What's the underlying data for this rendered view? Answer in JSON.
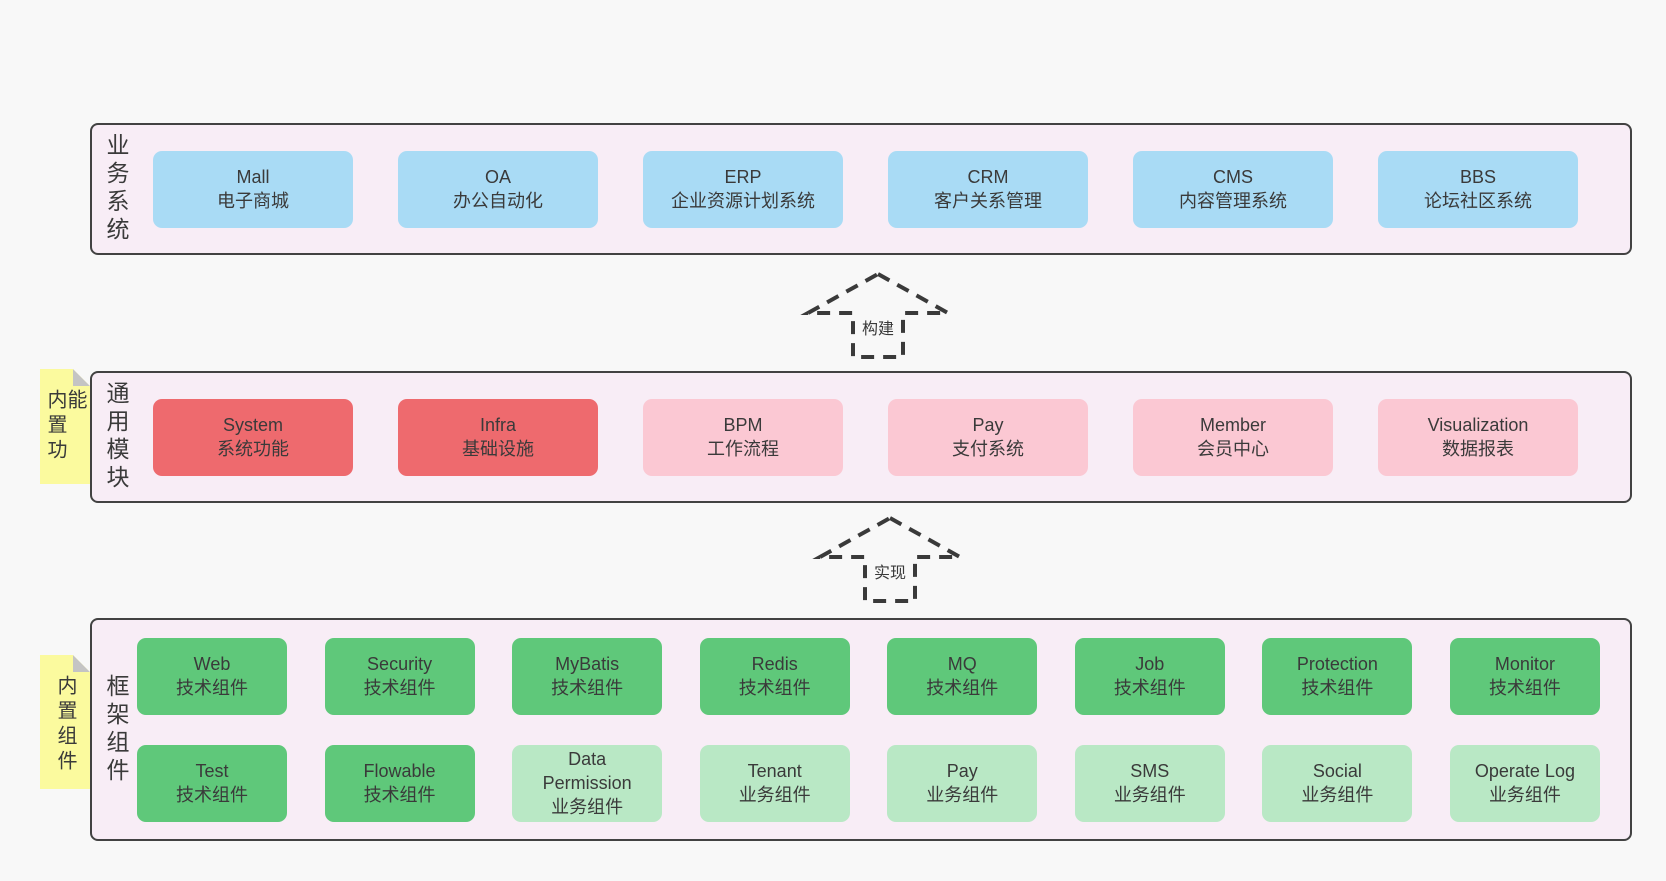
{
  "page": {
    "background": "#f8f8f8"
  },
  "palette": {
    "section_bg": "#f8edf6",
    "section_border": "#424242",
    "blue": "#a9dbf5",
    "red": "#ee6a6e",
    "pink": "#fbc8d3",
    "green_dark": "#5fc87a",
    "green_light": "#b9e8c5",
    "note_yellow": "#fbfa9e",
    "note_fold": "#c4c4c4",
    "text": "#3a3a3a"
  },
  "arrows": [
    {
      "label": "构建"
    },
    {
      "label": "实现"
    }
  ],
  "sections": [
    {
      "label": "业务系统",
      "items": [
        {
          "title": "Mall",
          "subtitle": "电子商城"
        },
        {
          "title": "OA",
          "subtitle": "办公自动化"
        },
        {
          "title": "ERP",
          "subtitle": "企业资源计划系统"
        },
        {
          "title": "CRM",
          "subtitle": "客户关系管理"
        },
        {
          "title": "CMS",
          "subtitle": "内容管理系统"
        },
        {
          "title": "BBS",
          "subtitle": "论坛社区系统"
        }
      ]
    },
    {
      "label": "通用模块",
      "note": "内置功能",
      "items": [
        {
          "title": "System",
          "subtitle": "系统功能"
        },
        {
          "title": "Infra",
          "subtitle": "基础设施"
        },
        {
          "title": "BPM",
          "subtitle": "工作流程"
        },
        {
          "title": "Pay",
          "subtitle": "支付系统"
        },
        {
          "title": "Member",
          "subtitle": "会员中心"
        },
        {
          "title": "Visualization",
          "subtitle": "数据报表"
        }
      ]
    },
    {
      "label": "框架组件",
      "note": "内置组件",
      "rows": [
        [
          {
            "title": "Web",
            "subtitle": "技术组件"
          },
          {
            "title": "Security",
            "subtitle": "技术组件"
          },
          {
            "title": "MyBatis",
            "subtitle": "技术组件"
          },
          {
            "title": "Redis",
            "subtitle": "技术组件"
          },
          {
            "title": "MQ",
            "subtitle": "技术组件"
          },
          {
            "title": "Job",
            "subtitle": "技术组件"
          },
          {
            "title": "Protection",
            "subtitle": "技术组件"
          },
          {
            "title": "Monitor",
            "subtitle": "技术组件"
          }
        ],
        [
          {
            "title": "Test",
            "subtitle": "技术组件"
          },
          {
            "title": "Flowable",
            "subtitle": "技术组件"
          },
          {
            "title": "Data Permission",
            "subtitle": "业务组件"
          },
          {
            "title": "Tenant",
            "subtitle": "业务组件"
          },
          {
            "title": "Pay",
            "subtitle": "业务组件"
          },
          {
            "title": "SMS",
            "subtitle": "业务组件"
          },
          {
            "title": "Social",
            "subtitle": "业务组件"
          },
          {
            "title": "Operate Log",
            "subtitle": "业务组件"
          }
        ]
      ]
    }
  ]
}
